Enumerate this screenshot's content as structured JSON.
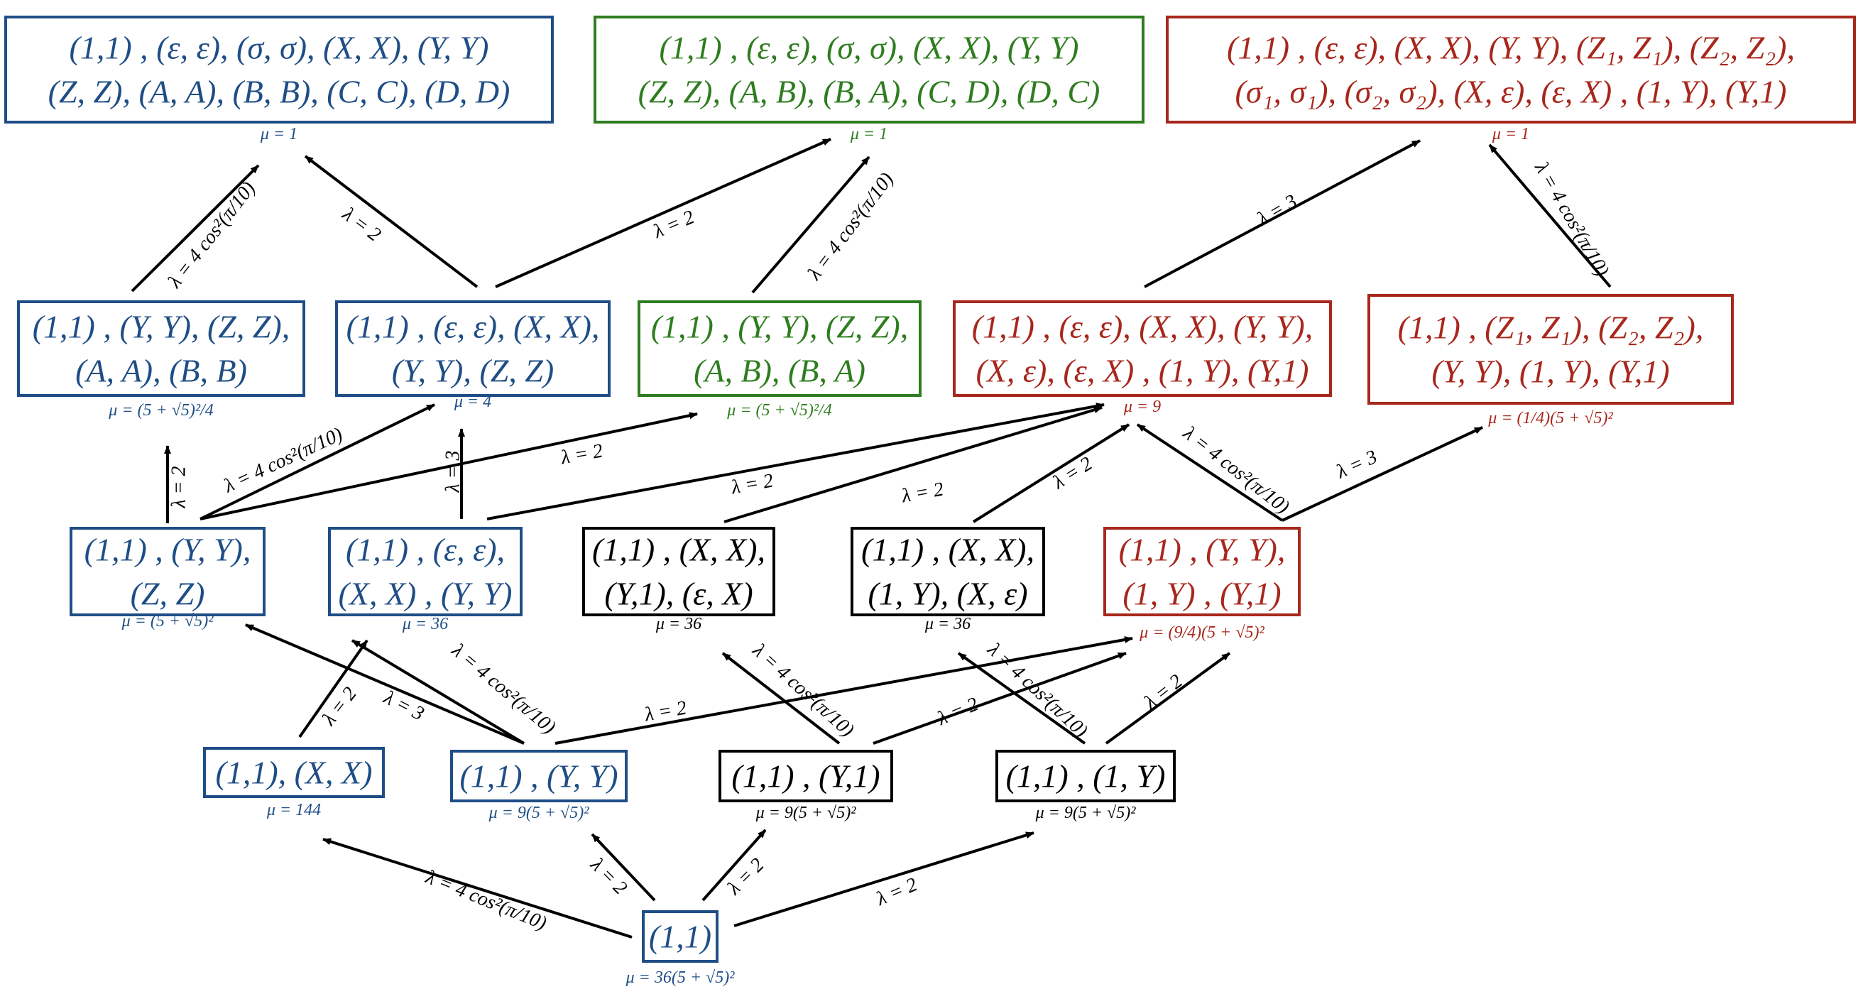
{
  "colors": {
    "blue": "#1f4e86",
    "green": "#2e7d1f",
    "red": "#a8271c",
    "black": "#000000"
  },
  "nodes": [
    {
      "id": "top-blue",
      "color": "blue",
      "lines": [
        "(1,1) , (ε, ε), (σ, σ), (X, X), (Y, Y)",
        "(Z, Z), (A, A), (B, B), (C, C), (D, D)"
      ],
      "mu": "μ = 1"
    },
    {
      "id": "top-green",
      "color": "green",
      "lines": [
        "(1,1) , (ε, ε), (σ, σ), (X, X), (Y, Y)",
        "(Z, Z), (A, B), (B, A), (C, D), (D, C)"
      ],
      "mu": "μ = 1"
    },
    {
      "id": "top-red",
      "color": "red",
      "lines": [
        "(1,1) , (ε, ε), (X, X), (Y, Y), (Z₁, Z₁), (Z₂, Z₂),",
        "(σ₁, σ₁), (σ₂, σ₂), (X, ε), (ε, X) , (1, Y), (Y,1)"
      ],
      "mu": "μ = 1"
    },
    {
      "id": "l3-blue-a",
      "color": "blue",
      "lines": [
        "(1,1) , (Y, Y), (Z, Z),",
        "(A, A), (B, B)"
      ],
      "mu": "μ = (5 + √5)²/4"
    },
    {
      "id": "l3-blue-b",
      "color": "blue",
      "lines": [
        "(1,1) , (ε, ε), (X, X),",
        "(Y, Y), (Z, Z)"
      ],
      "mu": "μ = 4"
    },
    {
      "id": "l3-green",
      "color": "green",
      "lines": [
        "(1,1) , (Y, Y), (Z, Z),",
        "(A, B), (B, A)"
      ],
      "mu": "μ = (5 + √5)²/4"
    },
    {
      "id": "l3-red-a",
      "color": "red",
      "lines": [
        "(1,1) , (ε, ε), (X, X), (Y, Y),",
        "(X, ε), (ε, X) , (1, Y), (Y,1)"
      ],
      "mu": "μ = 9"
    },
    {
      "id": "l3-red-b",
      "color": "red",
      "lines": [
        "(1,1) , (Z₁, Z₁), (Z₂, Z₂),",
        "(Y, Y), (1, Y), (Y,1)"
      ],
      "mu": "μ = (1/4)(5 + √5)²"
    },
    {
      "id": "l2-blue-a",
      "color": "blue",
      "lines": [
        "(1,1) , (Y, Y),",
        "(Z, Z)"
      ],
      "mu": "μ = (5 + √5)²"
    },
    {
      "id": "l2-blue-b",
      "color": "blue",
      "lines": [
        "(1,1) , (ε, ε),",
        "(X, X) , (Y, Y)"
      ],
      "mu": "μ = 36"
    },
    {
      "id": "l2-black-a",
      "color": "black",
      "lines": [
        "(1,1) , (X, X),",
        "(Y,1), (ε, X)"
      ],
      "mu": "μ = 36"
    },
    {
      "id": "l2-black-b",
      "color": "black",
      "lines": [
        "(1,1) , (X, X),",
        "(1, Y), (X, ε)"
      ],
      "mu": "μ = 36"
    },
    {
      "id": "l2-red",
      "color": "red",
      "lines": [
        "(1,1) , (Y, Y),",
        "(1, Y) , (Y,1)"
      ],
      "mu": "μ = (9/4)(5 + √5)²"
    },
    {
      "id": "l1-blue-a",
      "color": "blue",
      "lines": [
        "(1,1), (X, X)"
      ],
      "mu": "μ = 144"
    },
    {
      "id": "l1-blue-b",
      "color": "blue",
      "lines": [
        "(1,1) , (Y, Y)"
      ],
      "mu": "μ = 9(5 + √5)²"
    },
    {
      "id": "l1-black-a",
      "color": "black",
      "lines": [
        "(1,1) , (Y,1)"
      ],
      "mu": "μ = 9(5 + √5)²"
    },
    {
      "id": "l1-black-b",
      "color": "black",
      "lines": [
        "(1,1) , (1, Y)"
      ],
      "mu": "μ = 9(5 + √5)²"
    },
    {
      "id": "root",
      "color": "blue",
      "lines": [
        "(1,1)"
      ],
      "mu": "μ = 36(5 + √5)²"
    }
  ],
  "edges": [
    {
      "from": "l3-blue-a",
      "to": "top-blue",
      "label": "λ = 4 cos²(π/10)"
    },
    {
      "from": "l3-blue-b",
      "to": "top-blue",
      "label": "λ = 2"
    },
    {
      "from": "l3-blue-b",
      "to": "top-green",
      "label": "λ = 2"
    },
    {
      "from": "l3-green",
      "to": "top-green",
      "label": "λ = 4 cos²(π/10)"
    },
    {
      "from": "l3-red-a",
      "to": "top-red",
      "label": "λ = 3"
    },
    {
      "from": "l3-red-b",
      "to": "top-red",
      "label": "λ = 4 cos²(π/10)"
    },
    {
      "from": "l2-blue-a",
      "to": "l3-blue-a",
      "label": "λ = 2"
    },
    {
      "from": "l2-blue-a",
      "to": "l3-blue-b",
      "label": "λ = 4 cos²(π/10)"
    },
    {
      "from": "l2-blue-a",
      "to": "l3-green",
      "label": "λ = 2"
    },
    {
      "from": "l2-blue-b",
      "to": "l3-blue-b",
      "label": "λ = 3"
    },
    {
      "from": "l2-blue-b",
      "to": "l3-red-a",
      "label": "λ = 2"
    },
    {
      "from": "l2-black-a",
      "to": "l3-red-a",
      "label": "λ = 2"
    },
    {
      "from": "l2-black-b",
      "to": "l3-red-a",
      "label": "λ = 2"
    },
    {
      "from": "l2-red",
      "to": "l3-red-a",
      "label": "λ = 4 cos²(π/10)"
    },
    {
      "from": "l2-red",
      "to": "l3-red-b",
      "label": "λ = 3"
    },
    {
      "from": "l1-blue-a",
      "to": "l2-blue-b",
      "label": "λ = 2"
    },
    {
      "from": "l1-blue-b",
      "to": "l2-blue-a",
      "label": "λ = 3"
    },
    {
      "from": "l1-blue-b",
      "to": "l2-blue-b",
      "label": "λ = 4 cos²(π/10)"
    },
    {
      "from": "l1-blue-b",
      "to": "l2-red",
      "label": "λ = 2"
    },
    {
      "from": "l1-black-a",
      "to": "l2-black-a",
      "label": "λ = 4 cos²(π/10)"
    },
    {
      "from": "l1-black-a",
      "to": "l2-red",
      "label": "λ = 2"
    },
    {
      "from": "l1-black-b",
      "to": "l2-black-b",
      "label": "λ = 4 cos²(π/10)"
    },
    {
      "from": "l1-black-b",
      "to": "l2-red",
      "label": "λ = 2"
    },
    {
      "from": "root",
      "to": "l1-blue-a",
      "label": "λ = 4 cos²(π/10)"
    },
    {
      "from": "root",
      "to": "l1-blue-b",
      "label": "λ = 2"
    },
    {
      "from": "root",
      "to": "l1-black-a",
      "label": "λ = 2"
    },
    {
      "from": "root",
      "to": "l1-black-b",
      "label": "λ = 2"
    }
  ]
}
